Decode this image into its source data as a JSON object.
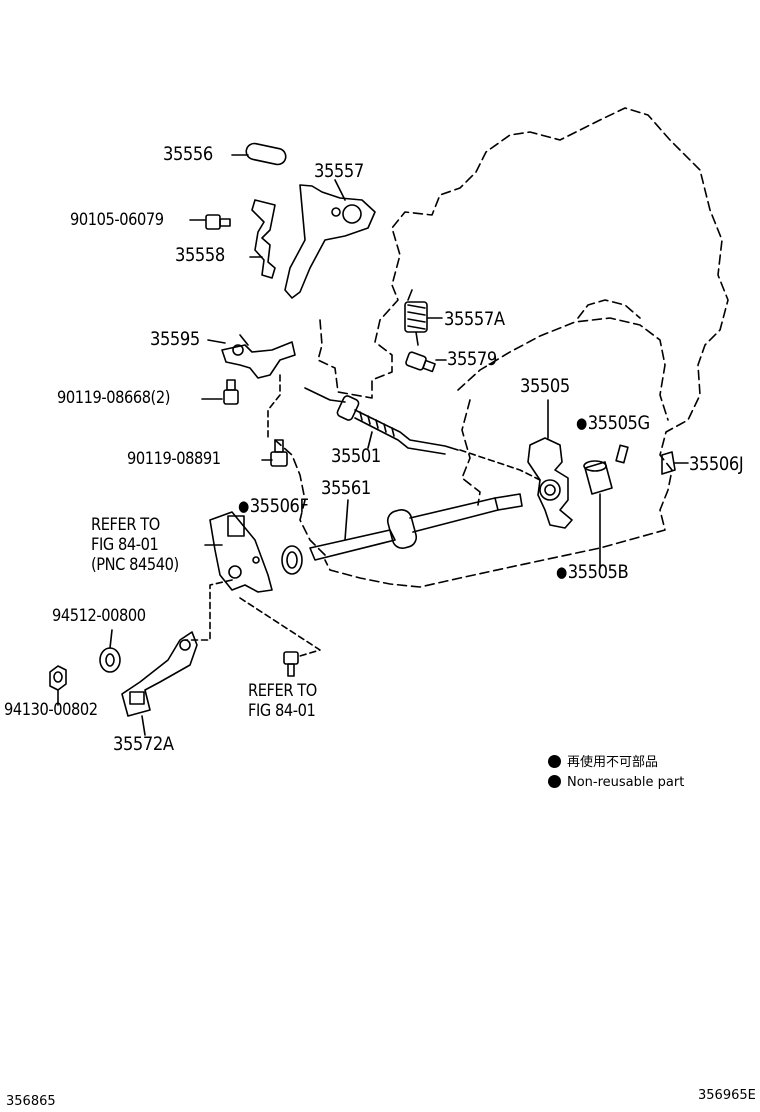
{
  "parts": {
    "p35556": "35556",
    "p35557": "35557",
    "p90105": "90105-06079",
    "p35558": "35558",
    "p35557A": "35557A",
    "p35595": "35595",
    "p35579": "35579",
    "p90119_08668": "90119-08668(2)",
    "p35505": "35505",
    "p35505G": "35505G",
    "p90119_08891": "90119-08891",
    "p35501": "35501",
    "p35506J": "35506J",
    "p35561": "35561",
    "p35506F": "35506F",
    "p35505B": "35505B",
    "p94512": "94512-00800",
    "p94130": "94130-00802",
    "p35572A": "35572A"
  },
  "refer1": {
    "line1": "REFER TO",
    "line2": "FIG 84-01",
    "line3": "(PNC 84540)"
  },
  "refer2": {
    "line1": "REFER TO",
    "line2": "FIG 84-01"
  },
  "legend": {
    "jp": "再使用不可部品",
    "en": "Non-reusable part"
  },
  "codes": {
    "left": "356865",
    "right": "356965E"
  }
}
